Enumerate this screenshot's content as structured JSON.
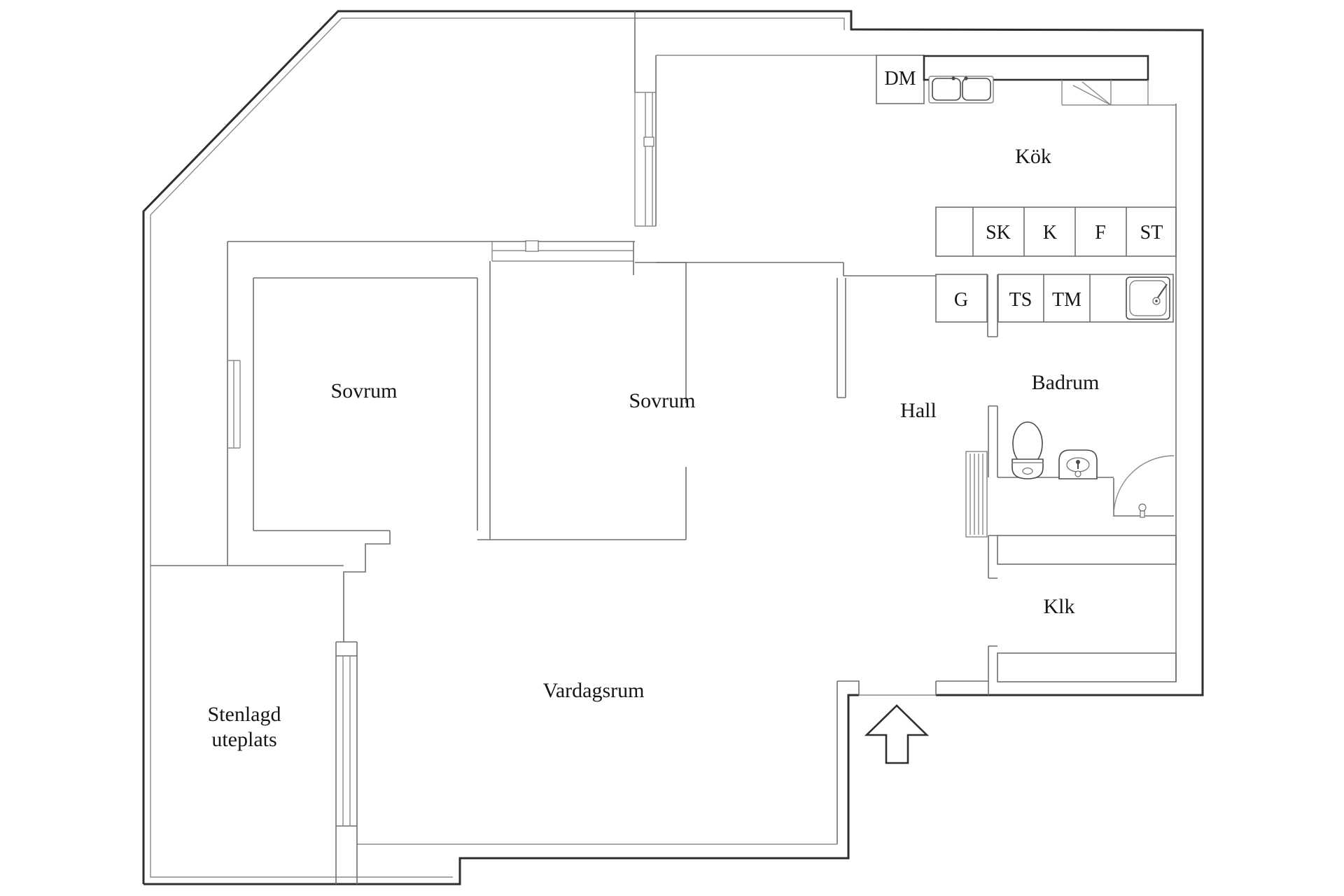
{
  "rooms": {
    "kok": {
      "label": "Kök"
    },
    "sovrum1": {
      "label": "Sovrum"
    },
    "sovrum2": {
      "label": "Sovrum"
    },
    "hall": {
      "label": "Hall"
    },
    "badrum": {
      "label": "Badrum"
    },
    "klk": {
      "label": "Klk"
    },
    "vardagsrum": {
      "label": "Vardagsrum"
    },
    "uteplats": {
      "label_line1": "Stenlagd",
      "label_line2": "uteplats"
    }
  },
  "appliances": {
    "dm": "DM",
    "sk": "SK",
    "k": "K",
    "f": "F",
    "st": "ST",
    "g": "G",
    "ts": "TS",
    "tm": "TM"
  },
  "colors": {
    "background": "#ffffff",
    "wall_dark": "#2e2e2e",
    "wall_thin": "#8a8a8a",
    "text": "#161616"
  }
}
